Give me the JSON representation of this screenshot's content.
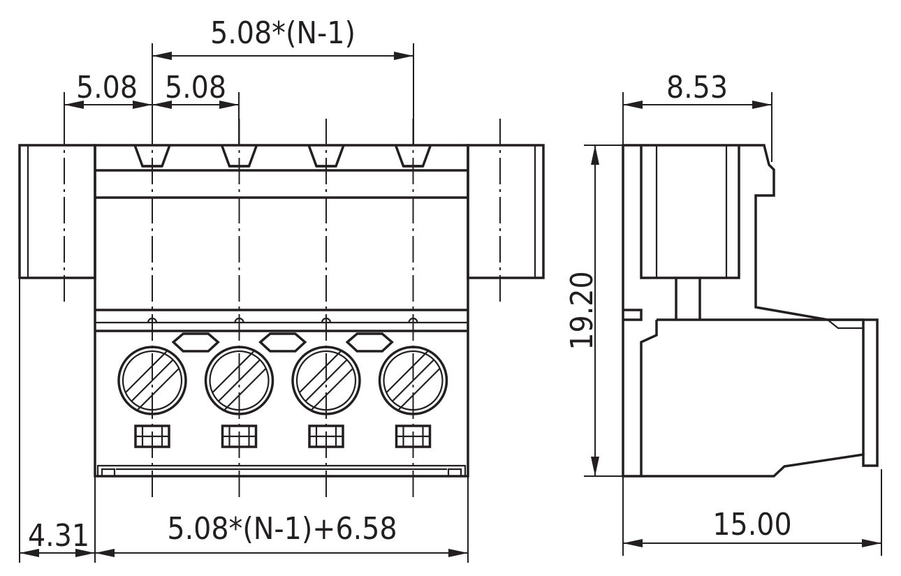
{
  "dimensions": {
    "pitch_total": "5.08*(N-1)",
    "pitch_left": "5.08",
    "pitch_right": "5.08",
    "side_depth": "8.53",
    "height": "19.20",
    "flange": "4.31",
    "overall_width": "5.08*(N-1)+6.58",
    "side_width": "15.00"
  },
  "connector": {
    "positions": 4
  },
  "colors": {
    "line": "#231f20",
    "background": "#ffffff"
  }
}
